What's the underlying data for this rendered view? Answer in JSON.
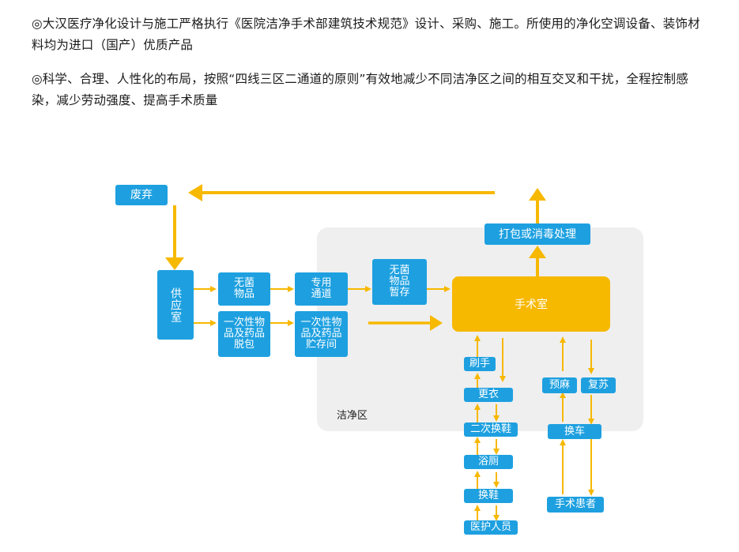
{
  "intro": {
    "p1": "◎大汉医疗净化设计与施工严格执行《医院洁净手术部建筑技术规范》设计、采购、施工。所使用的净化空调设备、装饰材料均为进口（国产）优质产品",
    "p2": "◎科学、合理、人性化的布局，按照“四线三区二通道的原则”有效地减少不同洁净区之间的相互交叉和干扰，全程控制感染，减少劳动强度、提高手术质量"
  },
  "diagram": {
    "zone_label": "洁净区",
    "nodes": {
      "waste": "废弃",
      "supply": "供应室",
      "sterile_items": "无菌\n物品",
      "disposable_unpack": "一次性物\n品及药品\n脱包",
      "dedicated_channel": "专用\n通道",
      "disposable_storage": "一次性物\n品及药品\n贮存间",
      "sterile_temp": "无菌\n物品\n暂存",
      "operating_room": "手术室",
      "pack_disinfect": "打包或消毒处理",
      "scrub": "刷手",
      "change_clothes": "更衣",
      "second_shoes": "二次换鞋",
      "bath_toilet": "浴厕",
      "change_shoes": "换鞋",
      "medical_staff": "医护人员",
      "pre_anesthesia": "预麻",
      "recovery": "复苏",
      "change_cart": "换车",
      "patient": "手术患者"
    }
  },
  "colors": {
    "blue": "#1ea0e0",
    "orange": "#f7b800",
    "zone": "#efefef"
  }
}
